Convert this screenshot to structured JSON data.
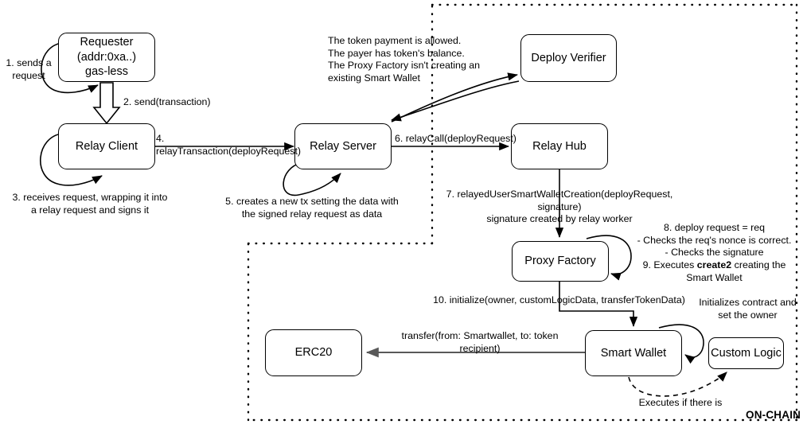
{
  "diagram": {
    "title_zone": "ON-CHAIN",
    "nodes": [
      {
        "id": "requester",
        "label": "Requester\n(addr:0xa..)\ngas-less"
      },
      {
        "id": "relay_client",
        "label": "Relay Client"
      },
      {
        "id": "relay_server",
        "label": "Relay Server"
      },
      {
        "id": "deploy_verifier",
        "label": "Deploy Verifier"
      },
      {
        "id": "relay_hub",
        "label": "Relay Hub"
      },
      {
        "id": "proxy_factory",
        "label": "Proxy Factory"
      },
      {
        "id": "smart_wallet",
        "label": "Smart Wallet"
      },
      {
        "id": "erc20",
        "label": "ERC20"
      },
      {
        "id": "custom_logic",
        "label": "Custom Logic"
      }
    ],
    "labels": {
      "step1": "1. sends a\nrequest",
      "step2": "2. send(transaction)",
      "step3": "3. receives request, wrapping it into\na relay request and signs it",
      "step4": "4. relayTransaction(deployRequest)",
      "step5": "5. creates a new tx setting the data with\nthe signed relay request as data",
      "step6": "6. relayCall(deployRequest)",
      "step7": "7. relayedUserSmartWalletCreation(deployRequest, signature)\nsignature created by relay worker",
      "step8_pre": "8. deploy request = req\n- Checks the req's nonce is correct.\n- Checks the signature\n9. Executes ",
      "step8_bold": "create2",
      "step8_post": " creating the\nSmart Wallet",
      "step10": "10. initialize(owner, customLogicData, transferTokenData)",
      "verifier_note": "The token payment is allowed.\nThe payer has token's balance.\nThe Proxy Factory isn't creating an\nexisting Smart Wallet",
      "transfer": "transfer(from: Smartwallet, to: token recipient)",
      "initializes": "Initializes contract and\nset the owner",
      "executes_if": "Executes if there is"
    },
    "colors": {
      "stroke": "#000000",
      "gray_arrow": "#595959",
      "background": "#ffffff"
    }
  }
}
